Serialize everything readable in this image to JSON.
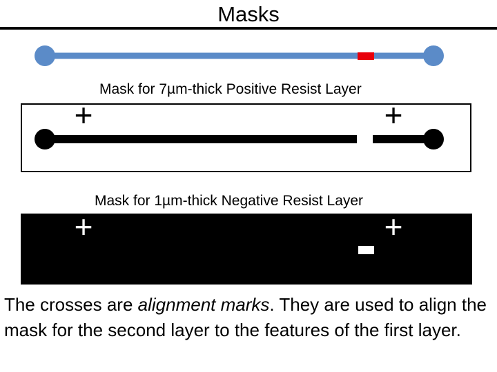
{
  "title": "Masks",
  "colors": {
    "wire": "#5b8bc8",
    "defect": "#e8000b",
    "mask_dark": "#000000",
    "mask_clear": "#ffffff"
  },
  "mask_positive": {
    "label": "Mask for 7µm-thick Positive Resist Layer"
  },
  "mask_negative": {
    "label": "Mask for 1µm-thick Negative Resist Layer"
  },
  "alignment_mark_glyph": "+",
  "description": {
    "before": "The crosses are ",
    "emphasis": "alignment marks",
    "after": ".  They are used to align the mask for the second layer to the features of the first layer."
  }
}
